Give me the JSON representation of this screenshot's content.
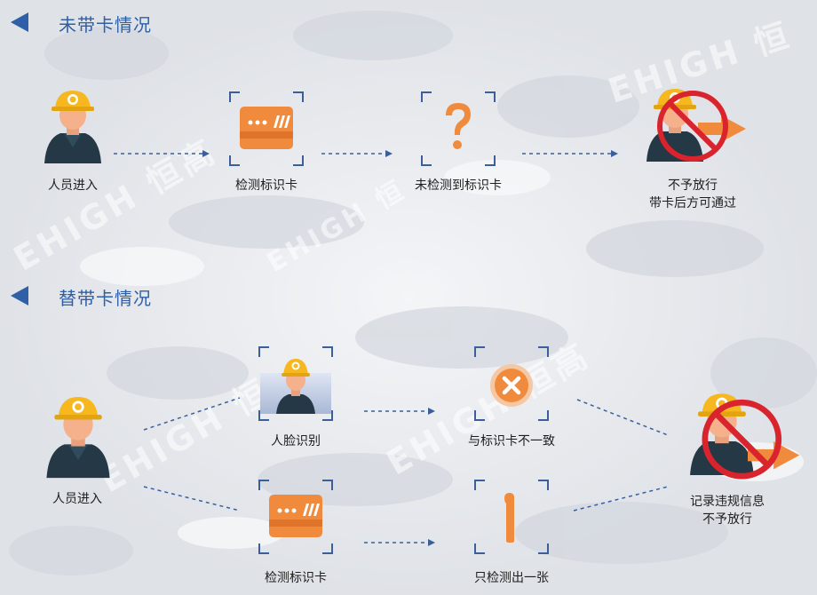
{
  "section1": {
    "title": "未带卡情况",
    "steps": [
      {
        "label": "人员进入"
      },
      {
        "label": "检测标识卡"
      },
      {
        "label": "未检测到标识卡"
      },
      {
        "label_line1": "不予放行",
        "label_line2": "带卡后方可通过"
      }
    ]
  },
  "section2": {
    "title": "替带卡情况",
    "person_label": "人员进入",
    "face_label": "人脸识别",
    "mismatch_label": "与标识卡不一致",
    "card_label": "检测标识卡",
    "single_label": "只检测出一张",
    "result_line1": "记录违规信息",
    "result_line2": "不予放行"
  },
  "watermark": "EHIGH 恒高",
  "colors": {
    "accent": "#2f5fa6",
    "orange": "#f08a3c",
    "red": "#d9232d",
    "helmet": "#f6b81e",
    "uniform": "#243845",
    "skin": "#f4b18c"
  }
}
